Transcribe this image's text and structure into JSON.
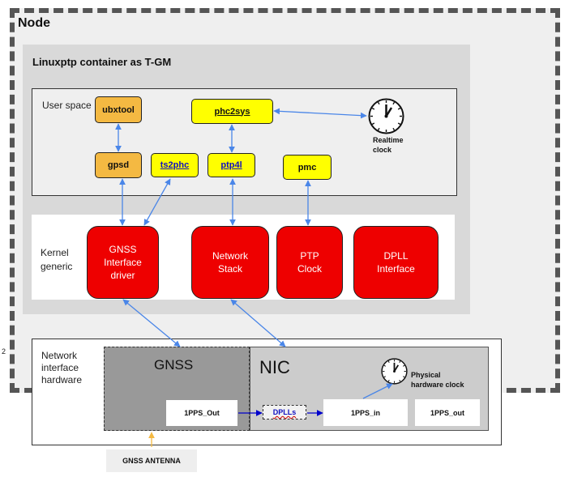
{
  "node": {
    "title": "Node"
  },
  "container": {
    "title": "Linuxptp container as T-GM"
  },
  "user_space": {
    "label": "User space",
    "processes": {
      "ubxtool": "ubxtool",
      "phc2sys": "phc2sys",
      "gpsd": "gpsd",
      "ts2phc": "ts2phc",
      "ptp4l": "ptp4l",
      "pmc": "pmc"
    },
    "realtime_clock": {
      "line1": "Realtime",
      "line2": "clock"
    }
  },
  "kernel": {
    "label_line1": "Kernel",
    "label_line2": "generic",
    "boxes": {
      "gnss_driver": [
        "GNSS",
        "Interface",
        "driver"
      ],
      "network_stack": [
        "Network",
        "Stack"
      ],
      "ptp_clock": [
        "PTP",
        "Clock"
      ],
      "dpll_interface": [
        "DPLL",
        "Interface"
      ]
    }
  },
  "hardware": {
    "label": [
      "Network",
      "interface",
      "hardware"
    ],
    "side_mark": "2",
    "gnss": {
      "title": "GNSS",
      "pps_out": "1PPS_Out"
    },
    "nic": {
      "title": "NIC",
      "dplls": "DPLLs",
      "pps_in": "1PPS_in",
      "pps_out": "1PPS_out",
      "clock_label": {
        "line1": "Physical",
        "line2": "hardware clock"
      }
    },
    "antenna": "GNSS ANTENNA"
  },
  "colors": {
    "kernel_red": "#ee0000",
    "process_orange": "#f4b942",
    "process_yellow": "#ffff00",
    "arrow_blue": "#4a86e8",
    "dplls_arrow": "#0000cc",
    "antenna_arrow": "#f4b942"
  }
}
